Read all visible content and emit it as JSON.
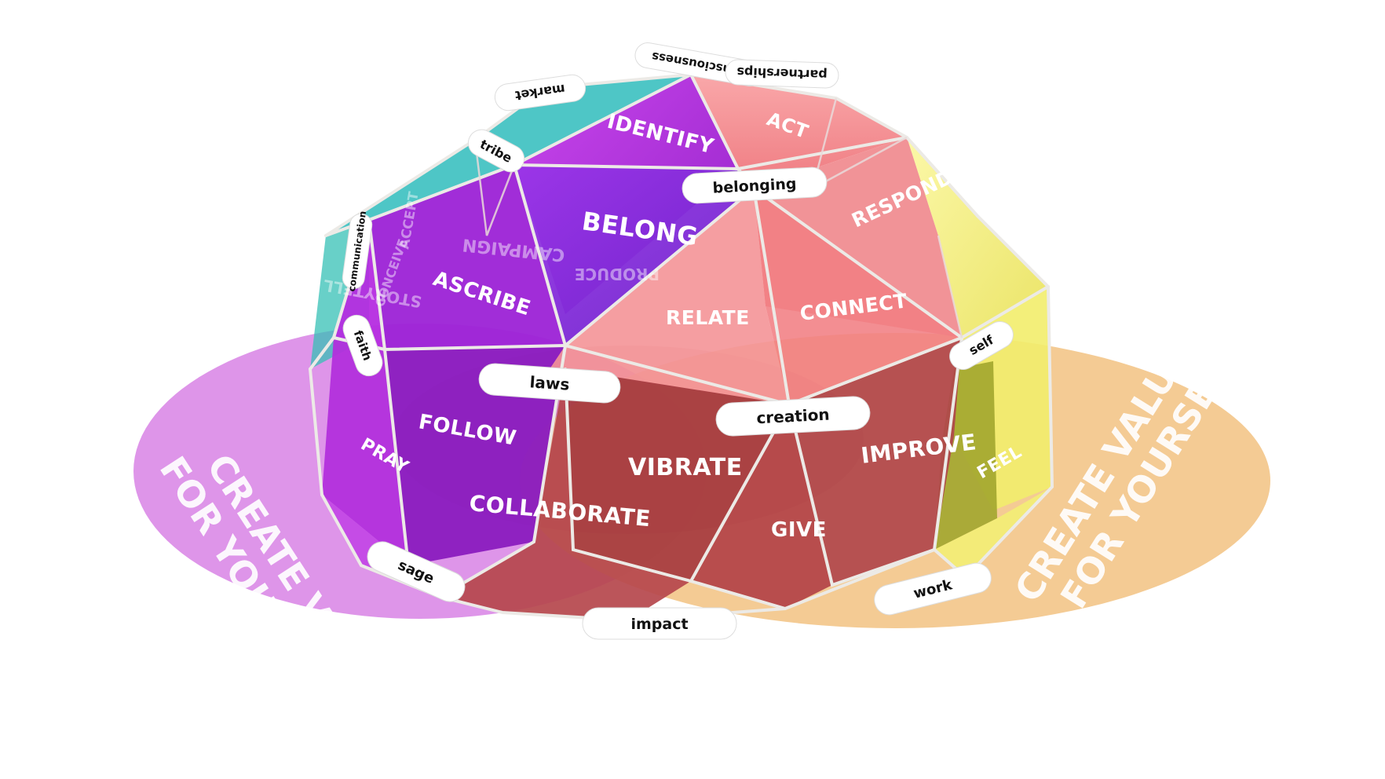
{
  "diagram": {
    "colors": {
      "purple": "#a31fd3",
      "purple_light": "#c23ae6",
      "violet": "#7a2dd6",
      "teal": "#2db8b8",
      "pink": "#ef6f78",
      "pink_light": "#f79a9d",
      "red_dark": "#a53a3e",
      "yellow": "#f4ef6e",
      "olive": "#9fa32a",
      "ground_purple": "#d98ae6",
      "ground_orange": "#f1c27f"
    },
    "ground_labels": {
      "tribe_line1": "CREATE VALUE",
      "tribe_line2": "FOR YOUR TRIBE",
      "self_line1": "CREATE VALUE",
      "self_line2": "FOR YOURSELF"
    },
    "face_words": {
      "identify": "IDENTIFY",
      "act": "ACT",
      "respond": "RESPOND",
      "belong": "BELONG",
      "ascribe": "ASCRIBE",
      "relate": "RELATE",
      "connect": "CONNECT",
      "follow": "FOLLOW",
      "pray": "PRAY",
      "vibrate": "VIBRATE",
      "improve": "IMPROVE",
      "collaborate": "COLLABORATE",
      "give": "GIVE",
      "feel": "FEEL"
    },
    "ghost_words": {
      "campaign": "CAMPAIGN",
      "produce": "PRODUCE",
      "accept": "ACCEPT",
      "conceive": "CONCEIVE",
      "storytell": "STORYTELL"
    },
    "pills": {
      "market": "market",
      "consciousness": "consciousness",
      "partnerships": "partnerships",
      "tribe": "tribe",
      "belonging": "belonging",
      "communication": "communication",
      "faith": "faith",
      "laws": "laws",
      "creation": "creation",
      "self": "self",
      "sage": "sage",
      "impact": "impact",
      "work": "work"
    }
  }
}
